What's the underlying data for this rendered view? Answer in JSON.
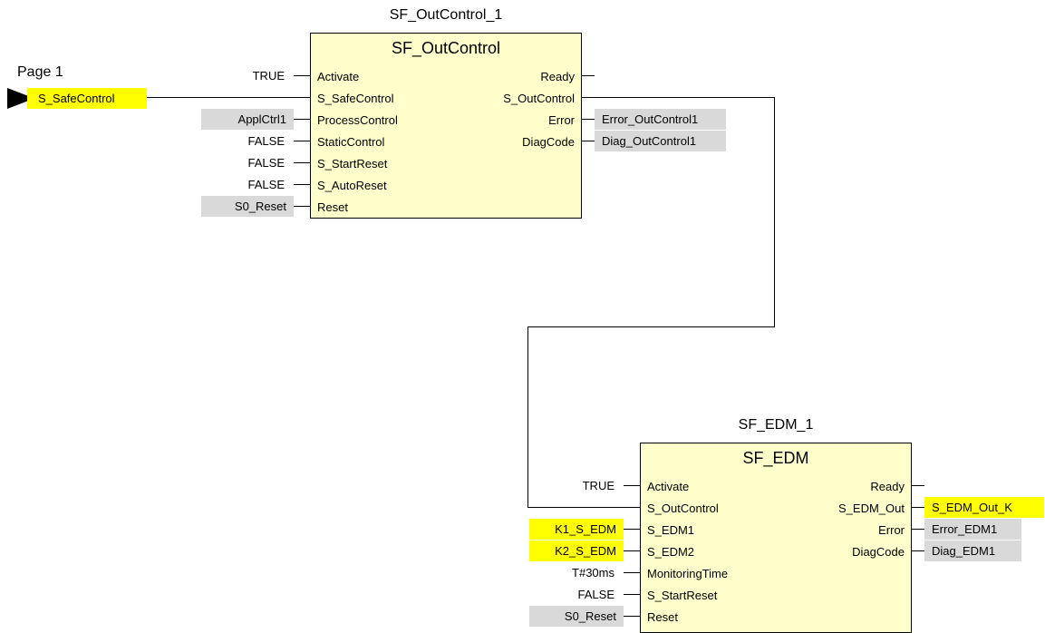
{
  "page": {
    "label": "Page 1"
  },
  "page_connector": {
    "label": "S_SafeControl",
    "color": "#ffff00"
  },
  "colors": {
    "block_fill": "#ffffcc",
    "variable_fill": "#d9d9d9",
    "highlight_fill": "#ffff00"
  },
  "blocks": {
    "outcontrol": {
      "instance": "SF_OutControl_1",
      "type": "SF_OutControl",
      "inputs": [
        "Activate",
        "S_SafeControl",
        "ProcessControl",
        "StaticControl",
        "S_StartReset",
        "S_AutoReset",
        "Reset"
      ],
      "outputs": [
        "Ready",
        "S_OutControl",
        "Error",
        "DiagCode"
      ],
      "input_params": [
        "TRUE",
        "",
        "ApplCtrl1",
        "FALSE",
        "FALSE",
        "FALSE",
        "S0_Reset"
      ],
      "output_vars": [
        "",
        "",
        "Error_OutControl1",
        "Diag_OutControl1"
      ]
    },
    "edm": {
      "instance": "SF_EDM_1",
      "type": "SF_EDM",
      "inputs": [
        "Activate",
        "S_OutControl",
        "S_EDM1",
        "S_EDM2",
        "MonitoringTime",
        "S_StartReset",
        "Reset"
      ],
      "outputs": [
        "Ready",
        "S_EDM_Out",
        "Error",
        "DiagCode"
      ],
      "input_params": [
        "TRUE",
        "",
        "K1_S_EDM",
        "K2_S_EDM",
        "T#30ms",
        "FALSE",
        "S0_Reset"
      ],
      "output_vars": [
        "",
        "S_EDM_Out_K",
        "Error_EDM1",
        "Diag_EDM1"
      ]
    }
  }
}
